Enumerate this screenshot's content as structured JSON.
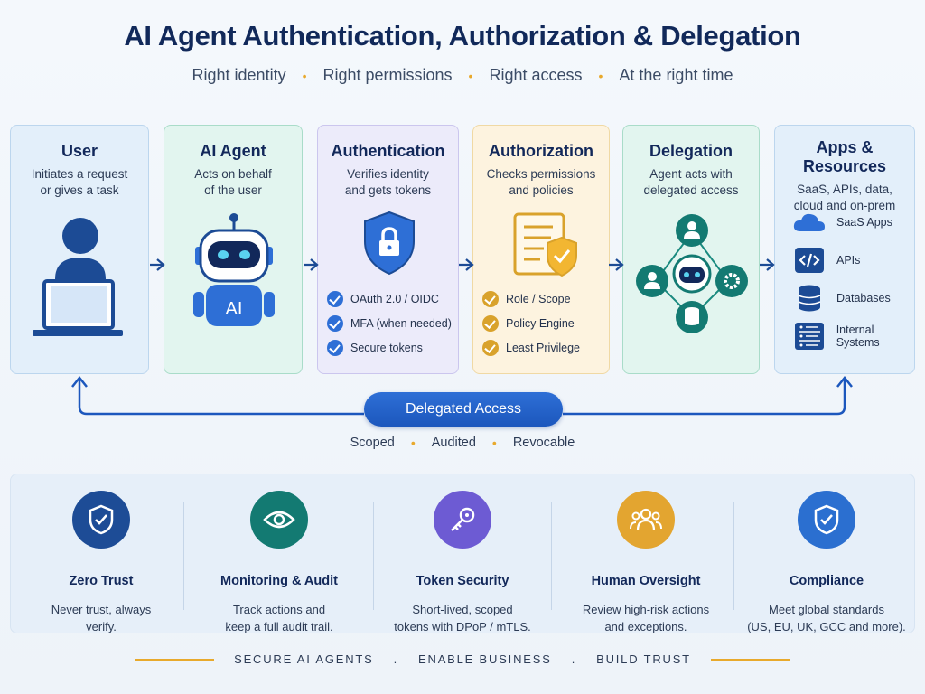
{
  "header": {
    "title": "AI Agent Authentication, Authorization & Delegation",
    "tagline": [
      "Right identity",
      "Right permissions",
      "Right access",
      "At the right time"
    ],
    "separator": "•"
  },
  "steps": [
    {
      "title": "User",
      "desc": [
        "Initiates a request",
        "or gives a task"
      ],
      "color": "#e3effa",
      "border": "#bcd6ee",
      "icon": "user-laptop-icon"
    },
    {
      "title": "AI Agent",
      "desc": [
        "Acts on behalf",
        "of the user"
      ],
      "color": "#e2f5ef",
      "border": "#a9dcc9",
      "icon": "robot-icon",
      "icon_text": "AI"
    },
    {
      "title": "Authentication",
      "desc": [
        "Verifies identity",
        "and gets tokens"
      ],
      "color": "#ecebfa",
      "border": "#cbc6ee",
      "icon": "shield-lock-icon",
      "checks": [
        "OAuth 2.0 / OIDC",
        "MFA (when needed)",
        "Secure tokens"
      ]
    },
    {
      "title": "Authorization",
      "desc": [
        "Checks permissions",
        "and policies"
      ],
      "color": "#fdf3df",
      "border": "#f0d9a4",
      "icon": "policy-document-icon",
      "checks": [
        "Role / Scope",
        "Policy Engine",
        "Least Privilege"
      ]
    },
    {
      "title": "Delegation",
      "desc": [
        "Agent acts with",
        "delegated access"
      ],
      "color": "#e2f5ef",
      "border": "#a9dcc9",
      "icon": "delegation-network-icon"
    },
    {
      "title": "Apps & Resources",
      "desc": [
        "SaaS, APIs, data,",
        "cloud and on-prem"
      ],
      "color": "#e3effa",
      "border": "#bcd6ee",
      "icon": "resources-icon",
      "resources": [
        {
          "label": "SaaS Apps",
          "icon": "cloud-icon"
        },
        {
          "label": "APIs",
          "icon": "code-icon"
        },
        {
          "label": "Databases",
          "icon": "database-icon"
        },
        {
          "label": "Internal Systems",
          "icon": "server-icon"
        }
      ]
    }
  ],
  "loop": {
    "label": "Delegated Access",
    "tags": [
      "Scoped",
      "Audited",
      "Revocable"
    ]
  },
  "principles": [
    {
      "title": "Zero Trust",
      "desc": [
        "Never trust, always",
        "verify."
      ],
      "color": "#1d4c96",
      "icon": "shield-check-icon"
    },
    {
      "title": "Monitoring & Audit",
      "desc": [
        "Track actions and",
        "keep a full audit trail."
      ],
      "color": "#137a72",
      "icon": "eye-icon"
    },
    {
      "title": "Token Security",
      "desc": [
        "Short-lived,  scoped",
        "tokens with DPoP / mTLS."
      ],
      "color": "#6d5bd3",
      "icon": "key-icon"
    },
    {
      "title": "Human Oversight",
      "desc": [
        "Review high-risk actions",
        "and exceptions."
      ],
      "color": "#e3a530",
      "icon": "people-icon"
    },
    {
      "title": "Compliance",
      "desc": [
        "Meet global standards",
        "(US, EU, UK, GCC and more)."
      ],
      "color": "#2b6fd0",
      "icon": "shield-check-icon"
    }
  ],
  "footer": [
    "SECURE AI AGENTS",
    "ENABLE BUSINESS",
    "BUILD TRUST"
  ],
  "footer_sep": "."
}
